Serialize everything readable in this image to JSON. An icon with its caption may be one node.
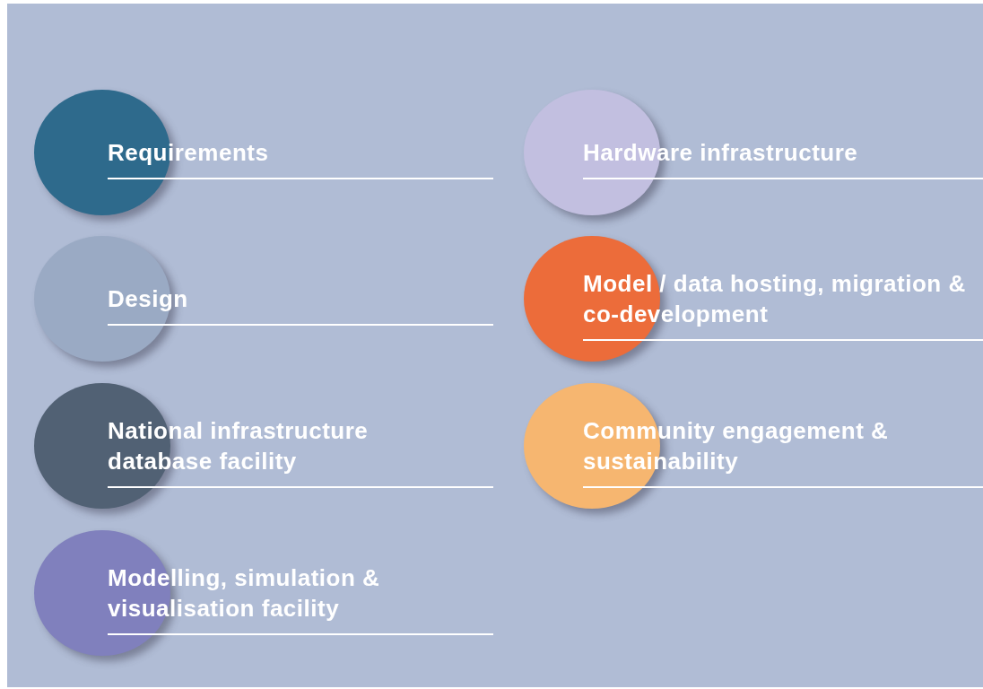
{
  "diagram": {
    "nodes": [
      {
        "text": [
          "Requirements"
        ]
      },
      {
        "text": [
          "Design"
        ]
      },
      {
        "text": [
          "National infrastructure database facility"
        ]
      },
      {
        "text": [
          "Modelling, simulation & visualisation facility"
        ]
      },
      {
        "text": [
          "Hardware infrastructure"
        ]
      },
      {
        "text": [
          "Model / data hosting, migration & co-development"
        ]
      },
      {
        "text": [
          "Community engagement & sustainability"
        ]
      }
    ]
  }
}
